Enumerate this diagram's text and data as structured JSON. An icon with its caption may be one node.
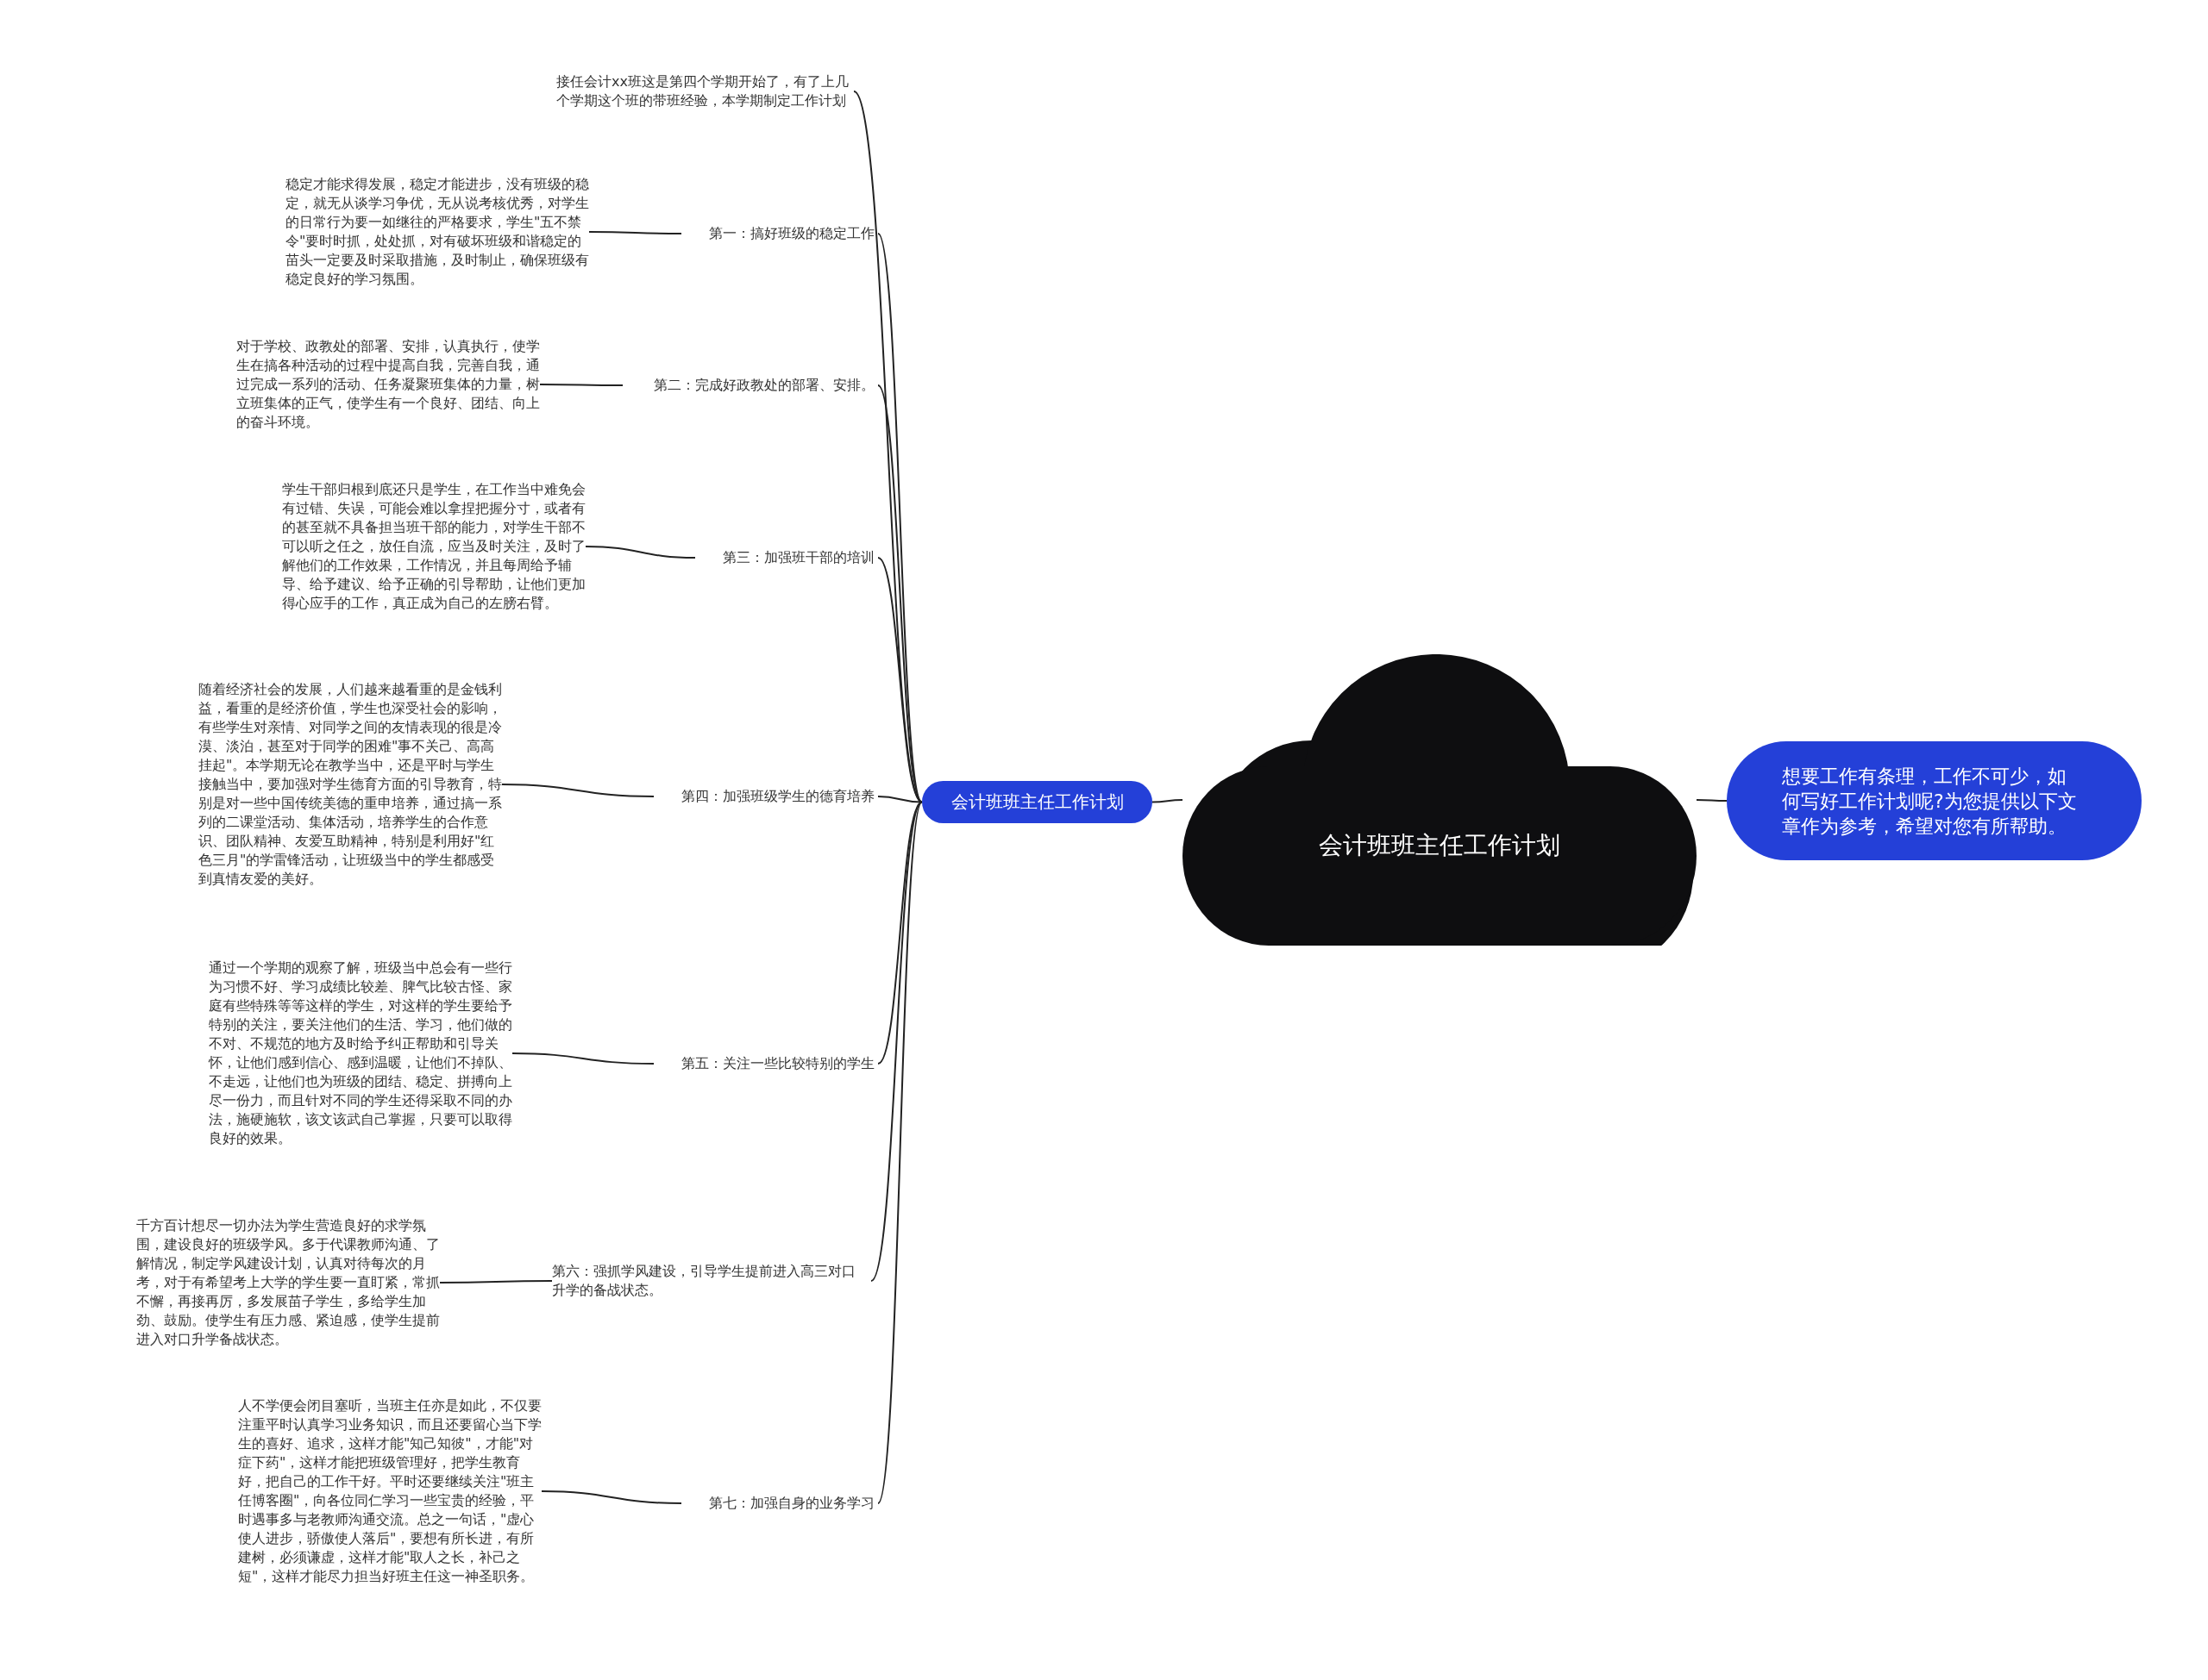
{
  "diagram": {
    "nodes": [
      {
        "text": [
          "会计班班主任工作计划"
        ]
      },
      {
        "text": [
          "想要工作有条理，工作不可少，如何写好工作计划呢?为您提供以下文章作为参考，希望对您有所帮助。"
        ]
      },
      {
        "text": [
          "会计班班主任工作计划"
        ]
      },
      {
        "text": [
          "接任会计xx班这是第四个学期开始了，有了上几个学期这个班的带班经验，本学期制定工作计划"
        ]
      },
      {
        "text": [
          "第一：搞好班级的稳定工作"
        ]
      },
      {
        "text": [
          "稳定才能求得发展，稳定才能进步，没有班级的稳定，就无从谈学习争优，无从说考核优秀，对学生的日常行为要一如继往的严格要求，学生\"五不禁令\"要时时抓，处处抓，对有破坏班级和谐稳定的苗头一定要及时采取措施，及时制止，确保班级有稳定良好的学习氛围。"
        ]
      },
      {
        "text": [
          "第二：完成好政教处的部署、安排。"
        ]
      },
      {
        "text": [
          "对于学校、政教处的部署、安排，认真执行，使学生在搞各种活动的过程中提高自我，完善自我，通过完成一系列的活动、任务凝聚班集体的力量，树立班集体的正气，使学生有一个良好、团结、向上的奋斗环境。"
        ]
      },
      {
        "text": [
          "第三：加强班干部的培训"
        ]
      },
      {
        "text": [
          "学生干部归根到底还只是学生，在工作当中难免会有过错、失误，可能会难以拿捏把握分寸，或者有的甚至就不具备担当班干部的能力，对学生干部不可以听之任之，放任自流，应当及时关注，及时了解他们的工作效果，工作情况，并且每周给予辅导、给予建议、给予正确的引导帮助，让他们更加得心应手的工作，真正成为自己的左膀右臂。"
        ]
      },
      {
        "text": [
          "第四：加强班级学生的德育培养"
        ]
      },
      {
        "text": [
          "随着经济社会的发展，人们越来越看重的是金钱利益，看重的是经济价值，学生也深受社会的影响，有些学生对亲情、对同学之间的友情表现的很是冷漠、淡泊，甚至对于同学的困难\"事不关己、高高挂起\"。本学期无论在教学当中，还是平时与学生接触当中，要加强对学生德育方面的引导教育，特别是对一些中国传统美德的重申培养，通过搞一系列的二课堂活动、集体活动，培养学生的合作意识、团队精神、友爱互助精神，特别是利用好\"红色三月\"的学雷锋活动，让班级当中的学生都感受到真情友爱的美好。"
        ]
      },
      {
        "text": [
          "第五：关注一些比较特别的学生"
        ]
      },
      {
        "text": [
          "通过一个学期的观察了解，班级当中总会有一些行为习惯不好、学习成绩比较差、脾气比较古怪、家庭有些特殊等等这样的学生，对这样的学生要给予特别的关注，要关注他们的生活、学习，他们做的不对、不规范的地方及时给予纠正帮助和引导关怀，让他们感到信心、感到温暖，让他们不掉队、不走远，让他们也为班级的团结、稳定、拼搏向上尽一份力，而且针对不同的学生还得采取不同的办法，施硬施软，该文该武自己掌握，只要可以取得良好的效果。"
        ]
      },
      {
        "text": [
          "第六：强抓学风建设，引导学生提前进入高三对口升学的备战状态。"
        ]
      },
      {
        "text": [
          "千方百计想尽一切办法为学生营造良好的求学氛围，建设良好的班级学风。多于代课教师沟通、了解情况，制定学风建设计划，认真对待每次的月考，对于有希望考上大学的学生要一直盯紧，常抓不懈，再接再厉，多发展苗子学生，多给学生加劲、鼓励。使学生有压力感、紧迫感，使学生提前进入对口升学备战状态。"
        ]
      },
      {
        "text": [
          "第七：加强自身的业务学习"
        ]
      },
      {
        "text": [
          "人不学便会闭目塞听，当班主任亦是如此，不仅要注重平时认真学习业务知识，而且还要留心当下学生的喜好、追求，这样才能\"知己知彼\"，才能\"对症下药\"，这样才能把班级管理好，把学生教育好，把自己的工作干好。平时还要继续关注\"班主任博客圈\"，向各位同仁学习一些宝贵的经验，平时遇事多与老教师沟通交流。总之一句话，\"虚心使人进步，骄傲使人落后\"，要想有所长进，有所建树，必须谦虚，这样才能\"取人之长，补己之短\"，这样才能尽力担当好班主任这一神圣职务。"
        ]
      }
    ],
    "edges": [
      {
        "from": 0,
        "to": 1,
        "arrow": "none"
      },
      {
        "from": 0,
        "to": 2,
        "arrow": "none"
      },
      {
        "from": 2,
        "to": 3,
        "arrow": "none"
      },
      {
        "from": 2,
        "to": 4,
        "arrow": "none"
      },
      {
        "from": 4,
        "to": 5,
        "arrow": "none"
      },
      {
        "from": 2,
        "to": 6,
        "arrow": "none"
      },
      {
        "from": 6,
        "to": 7,
        "arrow": "none"
      },
      {
        "from": 2,
        "to": 8,
        "arrow": "none"
      },
      {
        "from": 8,
        "to": 9,
        "arrow": "none"
      },
      {
        "from": 2,
        "to": 10,
        "arrow": "none"
      },
      {
        "from": 10,
        "to": 11,
        "arrow": "none"
      },
      {
        "from": 2,
        "to": 12,
        "arrow": "none"
      },
      {
        "from": 12,
        "to": 13,
        "arrow": "none"
      },
      {
        "from": 2,
        "to": 14,
        "arrow": "none"
      },
      {
        "from": 14,
        "to": 15,
        "arrow": "none"
      },
      {
        "from": 2,
        "to": 16,
        "arrow": "none"
      },
      {
        "from": 16,
        "to": 17,
        "arrow": "none"
      }
    ]
  }
}
